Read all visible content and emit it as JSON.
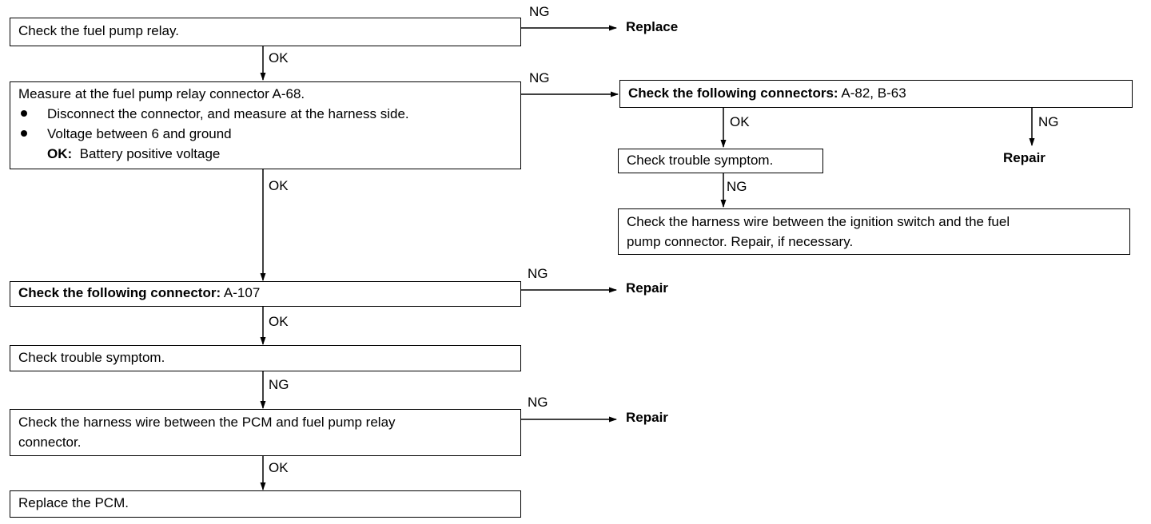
{
  "boxes": {
    "b1": {
      "text": "Check the fuel pump relay."
    },
    "b2": {
      "title": "Measure at the fuel pump relay connector A-68.",
      "bullet1": "Disconnect the connector, and measure at the harness side.",
      "bullet2": "Voltage between 6 and ground",
      "ok_label": "OK:",
      "ok_value": "Battery positive voltage"
    },
    "b3": {
      "bold_part": "Check the following connectors:",
      "rest": " A-82, B-63"
    },
    "b4": {
      "text": "Check trouble symptom."
    },
    "b5": {
      "line1": "Check the harness wire between the ignition switch and the fuel",
      "line2": "pump connector. Repair, if necessary."
    },
    "b6": {
      "bold_part": "Check the following connector:",
      "rest": " A-107"
    },
    "b7": {
      "text": "Check trouble symptom."
    },
    "b8": {
      "line1": "Check the harness wire between the PCM and fuel pump relay",
      "line2": "connector."
    },
    "b9": {
      "text": "Replace the PCM."
    }
  },
  "labels": {
    "ng1": "NG",
    "ok1": "OK",
    "ng2": "NG",
    "ok2": "OK",
    "ok3": "OK",
    "ng3": "NG",
    "ng4": "NG",
    "ng5": "NG",
    "ok4": "OK",
    "ng6": "NG",
    "ng7": "NG",
    "ok5": "OK"
  },
  "outcomes": {
    "o1": "Replace",
    "o2": "Repair",
    "o3": "Repair",
    "o4": "Repair"
  }
}
